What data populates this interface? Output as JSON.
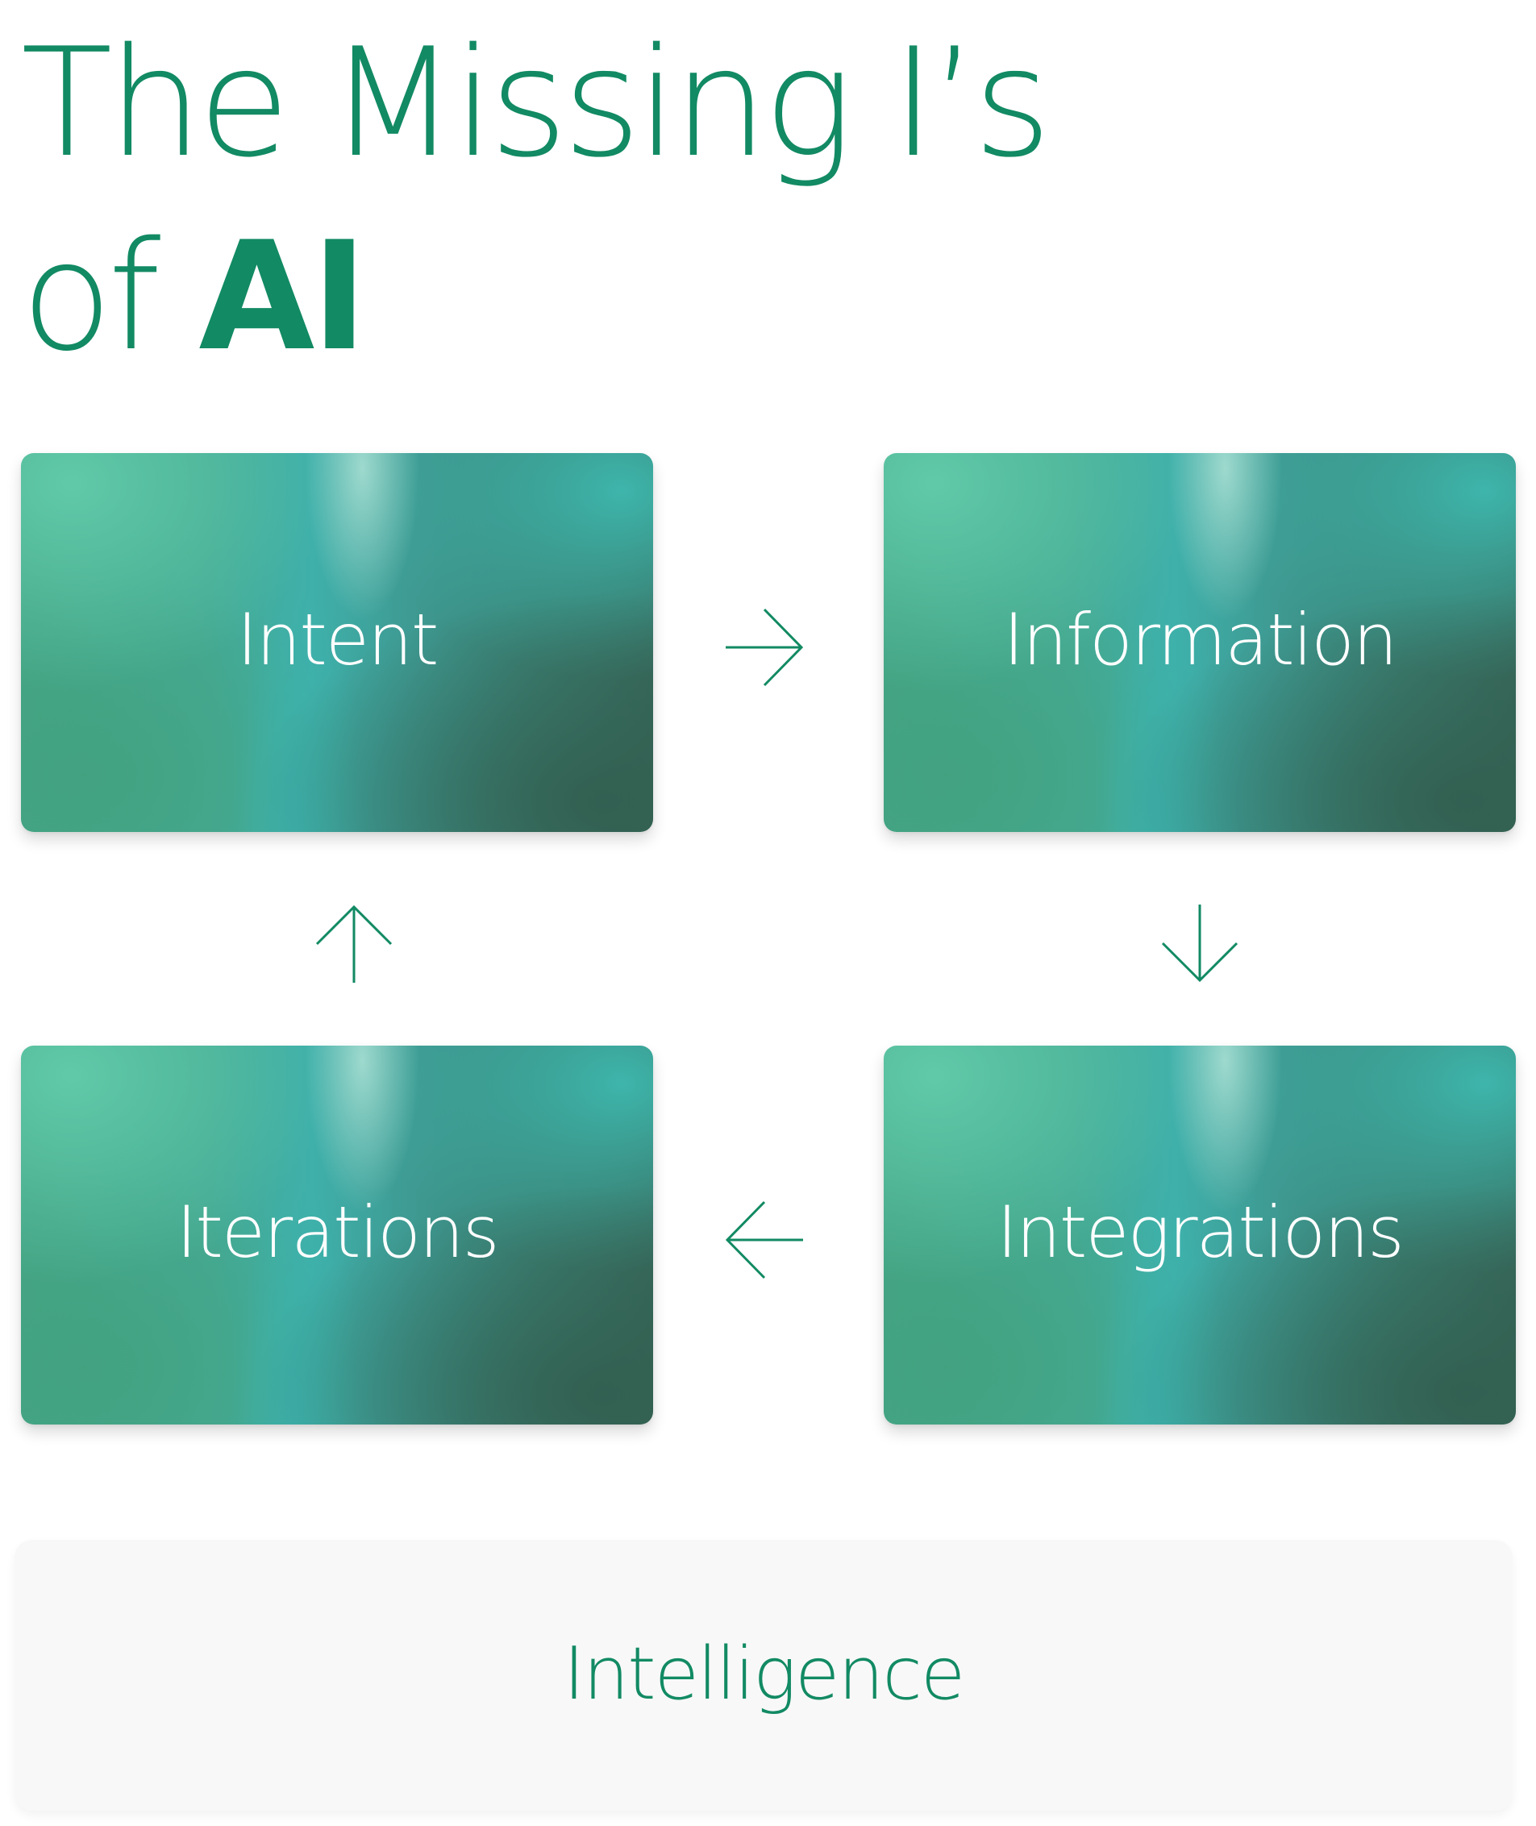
{
  "title": {
    "line1": "The Missing I’s",
    "line2_prefix": "of",
    "line2_emphasis": "AI"
  },
  "colors": {
    "brand_green": "#128a63",
    "card_text": "#ffffff",
    "card_gradient_light": "#62cbaa",
    "card_gradient_teal": "#3eb5ad",
    "card_gradient_green": "#42a282",
    "card_gradient_dark": "#356655",
    "foundation_bg": "#f8f8f8",
    "page_bg": "#ffffff"
  },
  "cycle": {
    "cards": [
      {
        "label": "Intent",
        "position": "top-left"
      },
      {
        "label": "Information",
        "position": "top-right"
      },
      {
        "label": "Integrations",
        "position": "bottom-right"
      },
      {
        "label": "Iterations",
        "position": "bottom-left"
      }
    ],
    "arrows": [
      {
        "icon": "arrow-right-icon",
        "from": "Intent",
        "to": "Information"
      },
      {
        "icon": "arrow-down-icon",
        "from": "Information",
        "to": "Integrations"
      },
      {
        "icon": "arrow-left-icon",
        "from": "Integrations",
        "to": "Iterations"
      },
      {
        "icon": "arrow-up-icon",
        "from": "Iterations",
        "to": "Intent"
      }
    ]
  },
  "foundation": {
    "label": "Intelligence"
  }
}
